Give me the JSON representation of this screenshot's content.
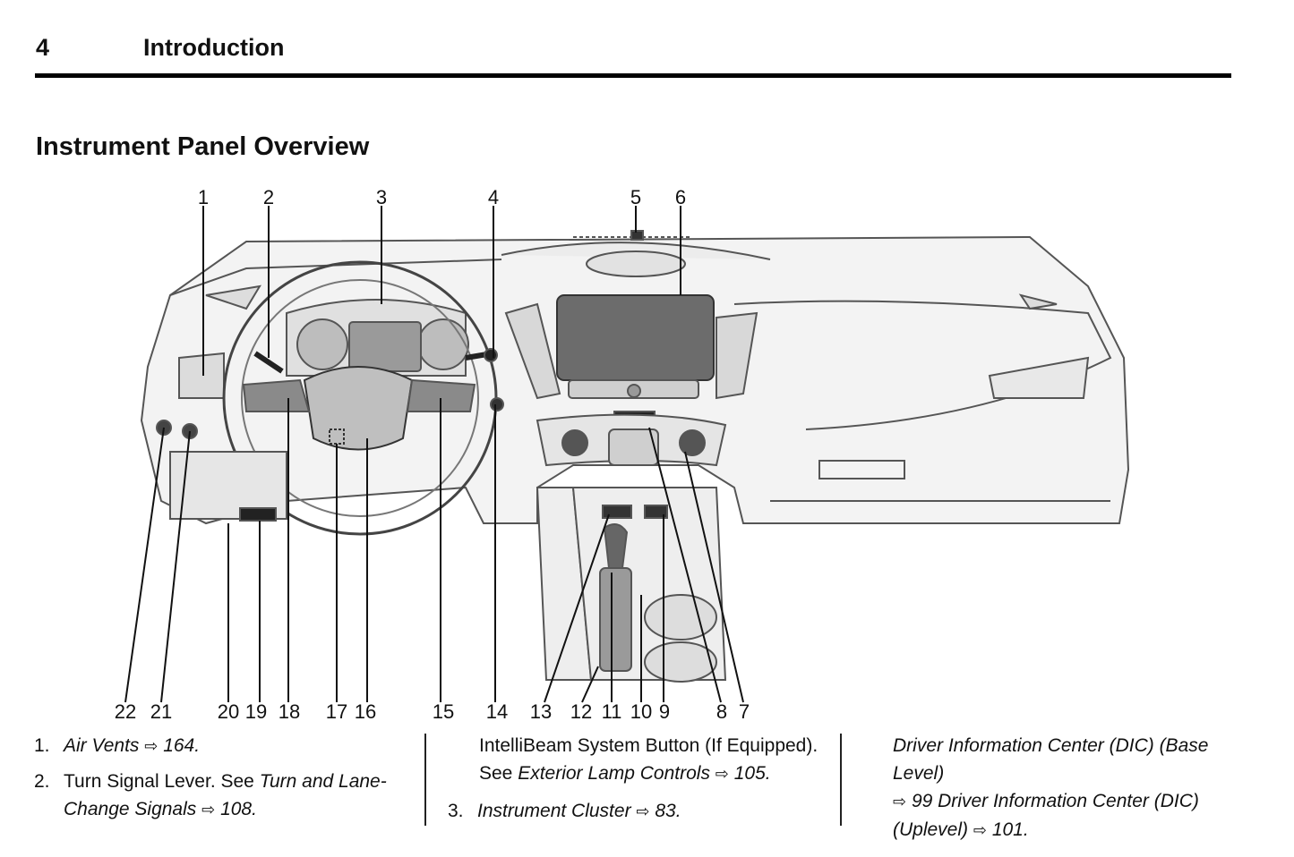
{
  "header": {
    "page_number": "4",
    "section_title": "Introduction"
  },
  "heading": "Instrument Panel Overview",
  "figure": {
    "callouts_top": [
      "1",
      "2",
      "3",
      "4",
      "5",
      "6"
    ],
    "callouts_bottom": [
      "22",
      "21",
      "20",
      "19",
      "18",
      "17",
      "16",
      "15",
      "14",
      "13",
      "12",
      "11",
      "10",
      "9",
      "8",
      "7"
    ]
  },
  "legend": {
    "arrow": "⇨",
    "item1": {
      "num": "1.",
      "link": "Air Vents",
      "page": "164",
      "end": "."
    },
    "item2": {
      "num": "2.",
      "text": "Turn Signal Lever. See ",
      "link": "Turn and Lane-Change Signals",
      "page": "108",
      "end": "."
    },
    "item2_cont": {
      "text": "IntelliBeam System Button (If Equipped).",
      "see": "See ",
      "link": "Exterior Lamp Controls",
      "page": "105",
      "end": "."
    },
    "item3": {
      "num": "3.",
      "link": "Instrument Cluster",
      "page": "83",
      "end": "."
    },
    "item3_cont": {
      "link1": "Driver Information Center (DIC) (Base Level)",
      "page1": "99",
      "link2": "Driver Information Center (DIC) (Uplevel)",
      "page2": "101",
      "end": "."
    }
  }
}
